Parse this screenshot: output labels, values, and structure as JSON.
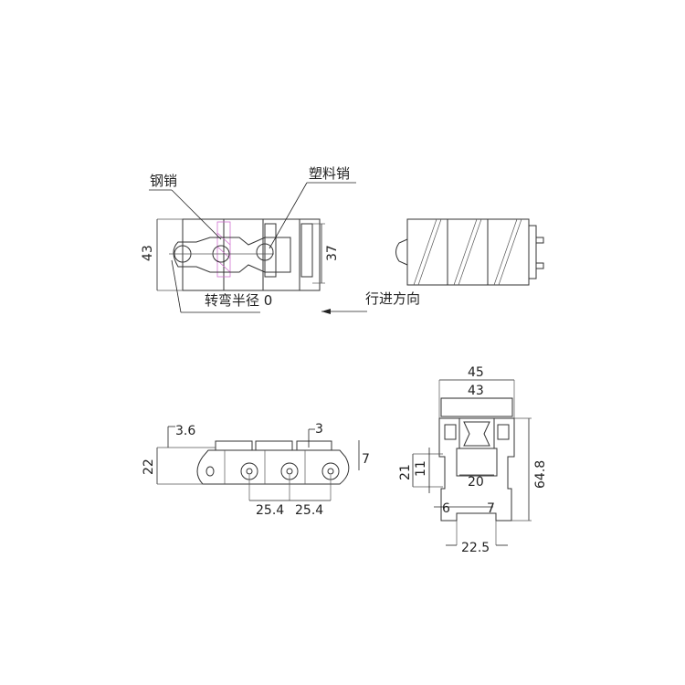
{
  "top_view": {
    "callout_steel_pin": "钢销",
    "callout_plastic_pin": "塑料销",
    "callout_turn_radius": "转弯半径 0",
    "dim_width_outer": "43",
    "dim_width_inner": "37",
    "direction_label": "行进方向"
  },
  "side_view": {
    "dim_height": "22",
    "dim_offset_left": "3.6",
    "dim_offset_right": "3",
    "dim_plate": "7",
    "dim_pitch_1": "25.4",
    "dim_pitch_2": "25.4"
  },
  "section_view": {
    "dim_45": "45",
    "dim_43": "43",
    "dim_64_8": "64.8",
    "dim_21": "21",
    "dim_11": "11",
    "dim_20": "20",
    "dim_6": "6",
    "dim_7": "7",
    "dim_22_5": "22.5"
  },
  "colors": {
    "line": "#333333",
    "steel_pin_hatch": "#d070d0"
  }
}
